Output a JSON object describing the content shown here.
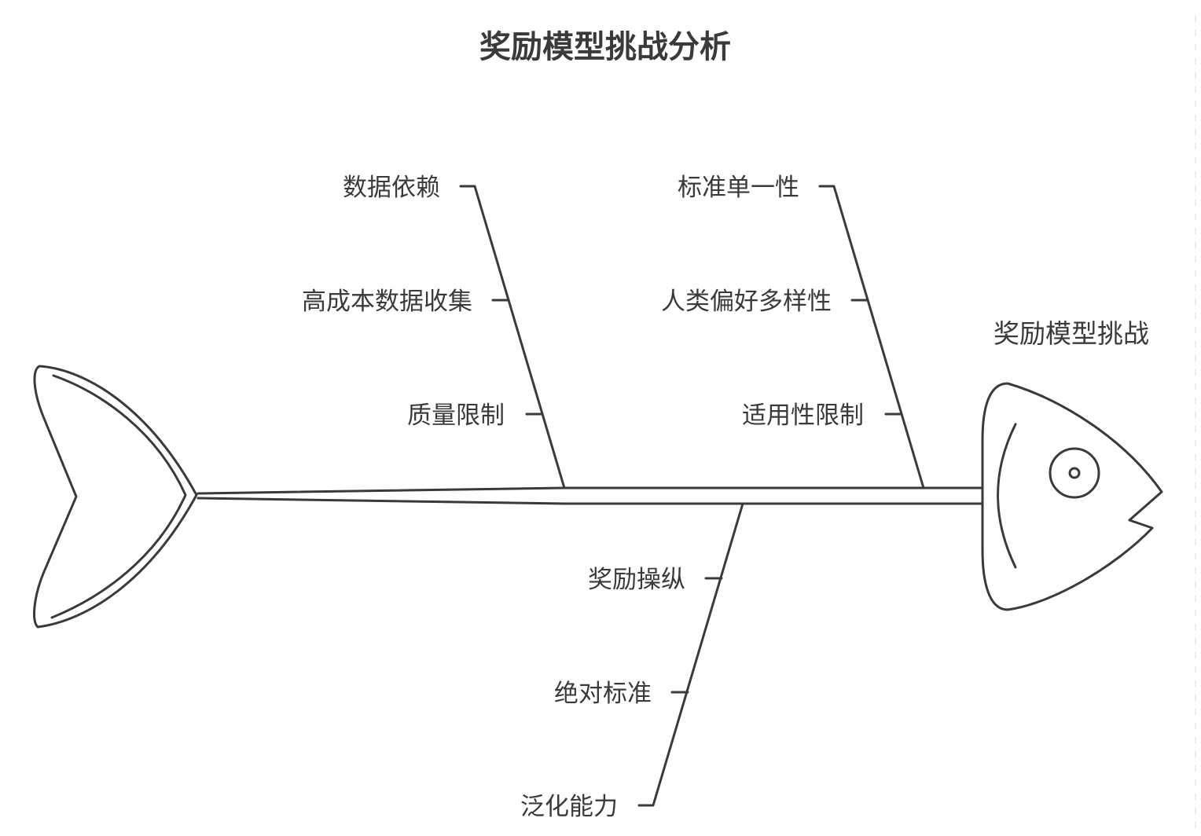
{
  "diagram": {
    "title": "奖励模型挑战分析",
    "effect": "奖励模型挑战",
    "branches": [
      {
        "id": "upper-left",
        "causes": [
          "数据依赖",
          "高成本数据收集",
          "质量限制"
        ]
      },
      {
        "id": "upper-right",
        "causes": [
          "标准单一性",
          "人类偏好多样性",
          "适用性限制"
        ]
      },
      {
        "id": "lower",
        "causes": [
          "奖励操纵",
          "绝对标准",
          "泛化能力"
        ]
      }
    ]
  }
}
